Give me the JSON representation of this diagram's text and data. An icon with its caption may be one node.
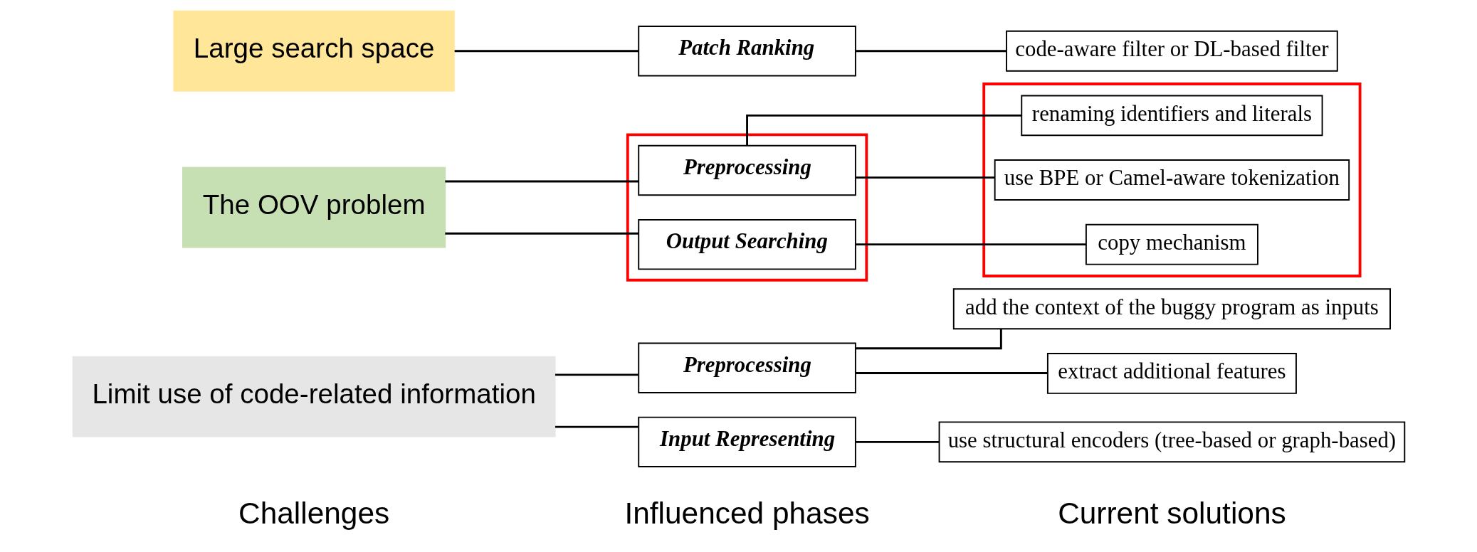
{
  "diagram": {
    "nodes": [
      {
        "text": [
          "Limit use of code-related information"
        ]
      },
      {
        "text": [
          "Preprocessing"
        ]
      },
      {
        "text": [
          "Input Representing"
        ]
      },
      {
        "text": [
          "add the context of the buggy program as inputs"
        ]
      },
      {
        "text": [
          "extract additional features"
        ]
      },
      {
        "text": [
          "use structural encoders (tree-based or graph-based)"
        ]
      },
      {
        "text": [
          "The OOV problem"
        ]
      },
      {
        "text": [],
        "shape": "box"
      },
      {
        "text": [
          "Preprocessing"
        ],
        "in": 7
      },
      {
        "text": [
          "Output Searching"
        ],
        "in": 7
      },
      {
        "text": [],
        "shape": "box"
      },
      {
        "text": [
          "renaming identifiers and literals"
        ],
        "in": 10
      },
      {
        "text": [
          "use BPE or Camel-aware tokenization"
        ],
        "in": 10
      },
      {
        "text": [
          "copy mechanism"
        ],
        "in": 10
      },
      {
        "text": [
          "Large search space"
        ]
      },
      {
        "text": [
          "Patch Ranking"
        ]
      },
      {
        "text": [
          "code-aware filter or DL-based filter"
        ]
      }
    ],
    "edges": [
      {
        "from": 0,
        "to": 1,
        "arrow": "none"
      },
      {
        "from": 0,
        "to": 2,
        "arrow": "none"
      },
      {
        "from": 1,
        "to": 3,
        "arrow": "none"
      },
      {
        "from": 1,
        "to": 4,
        "arrow": "none"
      },
      {
        "from": 2,
        "to": 5,
        "arrow": "none"
      },
      {
        "from": 6,
        "to": 8,
        "arrow": "none"
      },
      {
        "from": 6,
        "to": 9,
        "arrow": "none"
      },
      {
        "from": 8,
        "to": 11,
        "arrow": "none"
      },
      {
        "from": 8,
        "to": 12,
        "arrow": "none"
      },
      {
        "from": 9,
        "to": 13,
        "arrow": "none"
      },
      {
        "from": 14,
        "to": 15,
        "arrow": "none"
      },
      {
        "from": 15,
        "to": 16,
        "arrow": "none"
      }
    ],
    "labels": [
      "Challenges",
      "Influenced phases",
      "Current solutions"
    ]
  }
}
